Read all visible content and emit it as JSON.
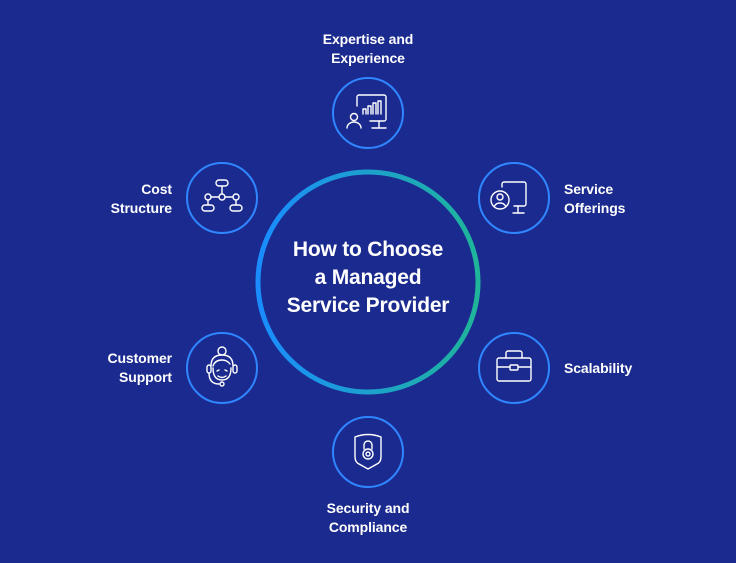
{
  "diagram": {
    "title": "How to Choose a Managed Service Provider",
    "title_lines": [
      "How to Choose",
      "a Managed",
      "Service Provider"
    ],
    "colors": {
      "background": "#1b2a8e",
      "ring_gradient_start": "#1a8cff",
      "ring_gradient_end": "#1fb59a",
      "node_ring": "#2f86ff",
      "icon_stroke": "#ffffff",
      "text": "#ffffff"
    },
    "nodes": [
      {
        "id": "expertise",
        "label_lines": [
          "Expertise and",
          "Experience"
        ],
        "icon": "presentation-chart-person-icon"
      },
      {
        "id": "service-offerings",
        "label_lines": [
          "Service",
          "Offerings"
        ],
        "icon": "monitor-user-icon"
      },
      {
        "id": "scalability",
        "label_lines": [
          "Scalability"
        ],
        "icon": "toolbox-icon"
      },
      {
        "id": "security",
        "label_lines": [
          "Security and",
          "Compliance"
        ],
        "icon": "shield-lock-icon"
      },
      {
        "id": "customer-support",
        "label_lines": [
          "Customer",
          "Support"
        ],
        "icon": "support-agent-headset-icon"
      },
      {
        "id": "cost-structure",
        "label_lines": [
          "Cost",
          "Structure"
        ],
        "icon": "flowchart-structure-icon"
      }
    ]
  }
}
